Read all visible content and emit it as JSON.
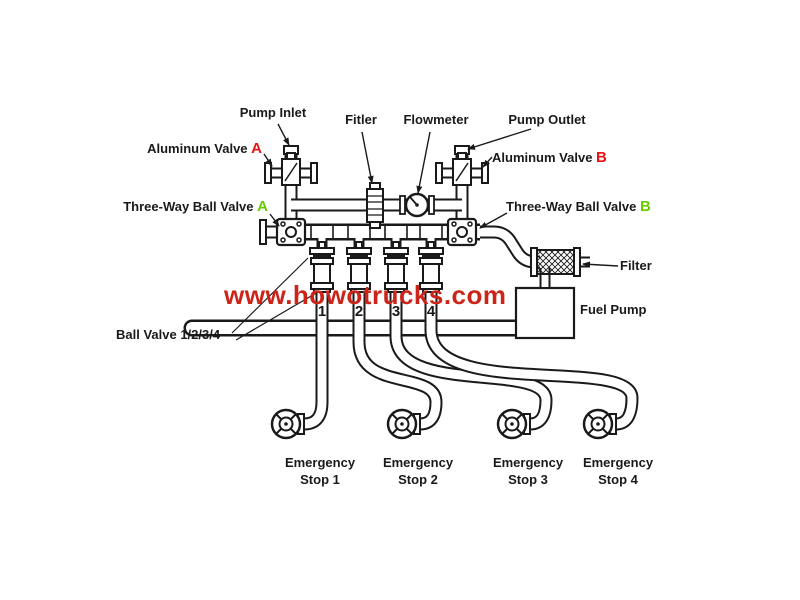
{
  "colors": {
    "ink": "#1a1a1a",
    "letter_red": "#ee1111",
    "letter_green": "#66cc00",
    "watermark_red": "#cc2418"
  },
  "labels": {
    "pump_inlet": "Pump Inlet",
    "fitler": "Fitler",
    "flowmeter": "Flowmeter",
    "pump_outlet": "Pump Outlet",
    "aluminum_valve_a": {
      "text": "Aluminum Valve",
      "letter": "A"
    },
    "aluminum_valve_b": {
      "text": "Aluminum Valve",
      "letter": "B"
    },
    "three_way_valve_a": {
      "text": "Three-Way Ball Valve",
      "letter": "A"
    },
    "three_way_valve_b": {
      "text": "Three-Way Ball Valve",
      "letter": "B"
    },
    "filter": "Filter",
    "fuel_pump": "Fuel Pump",
    "ball_valves": "Ball Valve 1/2/3/4"
  },
  "valve_numbers": [
    "1",
    "2",
    "3",
    "4"
  ],
  "emergency_stops": [
    "Emergency Stop 1",
    "Emergency Stop 2",
    "Emergency Stop 3",
    "Emergency Stop 4"
  ],
  "watermark": "www.howotrucks.com"
}
